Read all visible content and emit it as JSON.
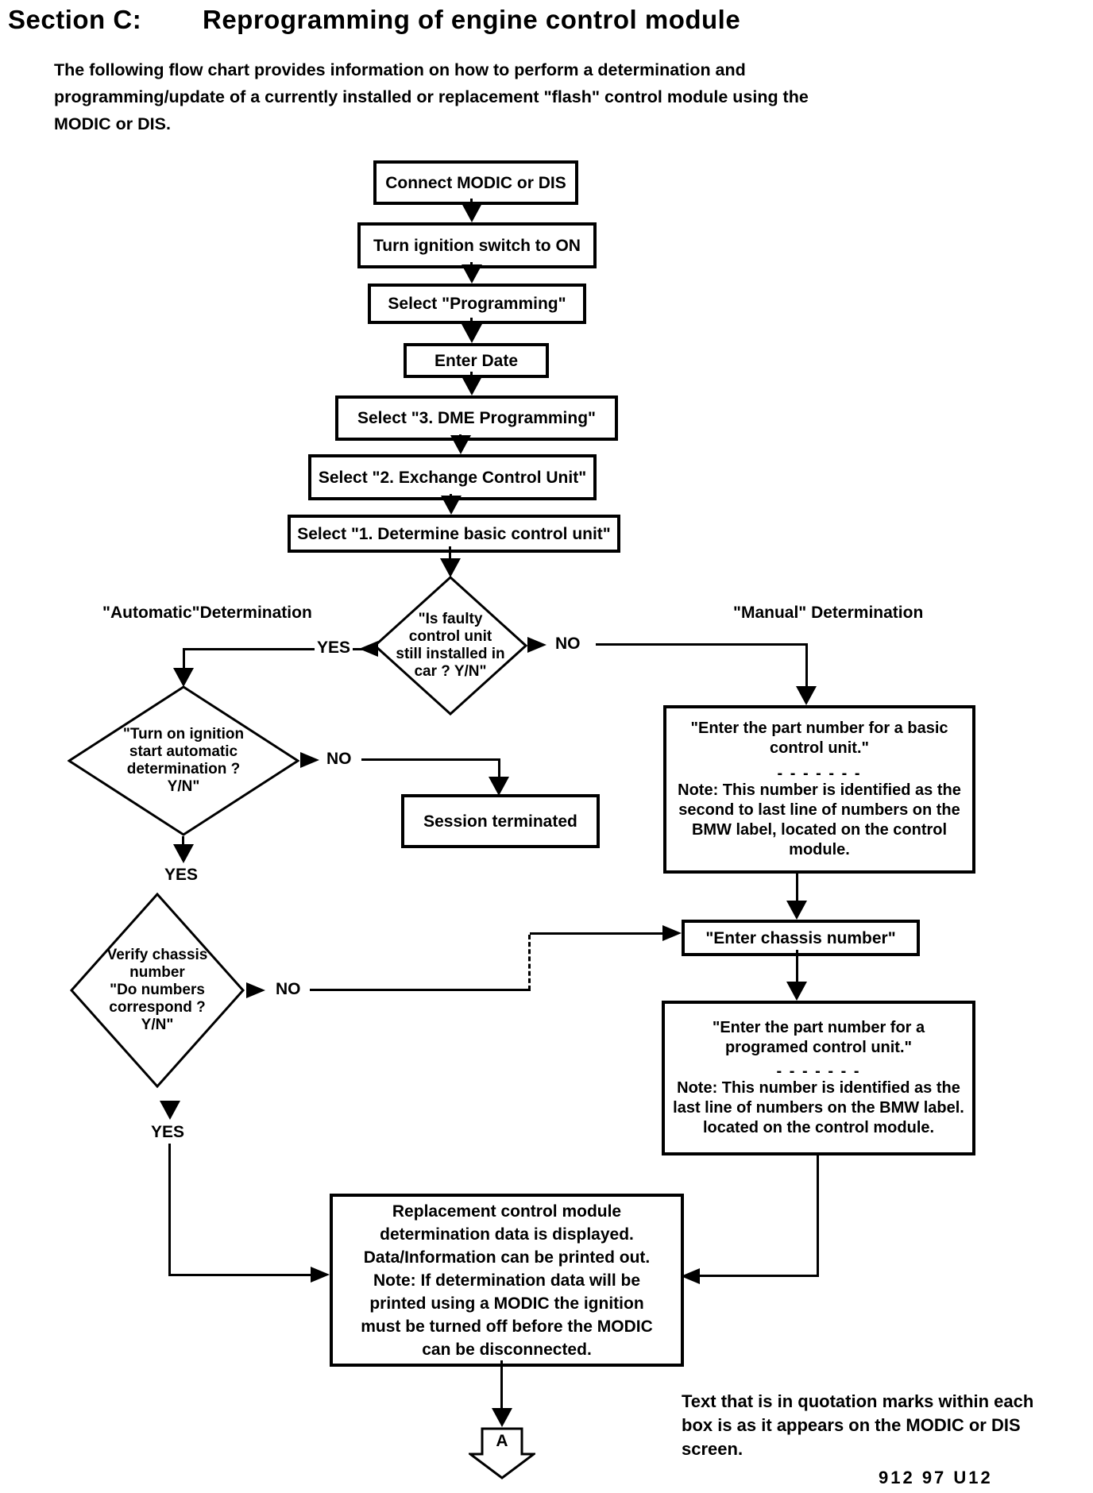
{
  "colors": {
    "ink": "#000000",
    "paper": "#ffffff"
  },
  "header": {
    "section": "Section C:",
    "title": "Reprogramming of engine control module",
    "intro_lines": [
      "The following flow chart provides information on how to perform a determination and",
      "programming/update of a currently installed or replacement \"flash\" control module using the",
      "MODIC or DIS."
    ]
  },
  "labels": {
    "yes": "YES",
    "no": "NO",
    "automatic": "\"Automatic\"Determination",
    "manual": "\"Manual\" Determination"
  },
  "steps": {
    "connect": "Connect MODIC or DIS",
    "ignition": "Turn ignition switch to ON",
    "programming": "Select \"Programming\"",
    "date": "Enter Date",
    "dme": "Select \"3. DME Programming\"",
    "exchange": "Select \"2. Exchange Control Unit\"",
    "determine": "Select \"1. Determine basic control unit\"",
    "session": "Session terminated",
    "chassis": "\"Enter chassis number\""
  },
  "decisions": {
    "installed": {
      "l1": "\"Is faulty",
      "l2": "control unit",
      "l3": "still installed in",
      "l4": "car ? Y/N\""
    },
    "auto": {
      "l1": "\"Turn on ignition",
      "l2": "start automatic",
      "l3": "determination ?",
      "l4": "Y/N\""
    },
    "verify": {
      "l1": "Verify chassis",
      "l2": "number",
      "l3": "\"Do numbers",
      "l4": "correspond ?",
      "l5": "Y/N\""
    }
  },
  "notes": {
    "basic": {
      "quote": "\"Enter the part number for a basic control unit.\"",
      "dashes": "- - - - - - -",
      "note": "Note: This number is identified as the second to last line of numbers on the BMW label, located on the control module."
    },
    "programmed": {
      "quote": "\"Enter the part number for a programed control unit.\"",
      "dashes": "- - - - - - -",
      "note": "Note: This number is identified as the last line of numbers on the BMW label. located on the control module."
    }
  },
  "result": {
    "lines": [
      "Replacement control module",
      "determination data is displayed.",
      "Data/Information can be printed out.",
      "Note: If determination data will be",
      "printed using a MODIC the ignition",
      "must be turned off before the MODIC",
      "can be disconnected."
    ]
  },
  "connector": {
    "letter": "A"
  },
  "footer": {
    "note_lines": [
      "Text that is in quotation marks within each",
      "box is as it appears on the MODIC or DIS",
      "screen."
    ],
    "code": "912 97 U12"
  }
}
